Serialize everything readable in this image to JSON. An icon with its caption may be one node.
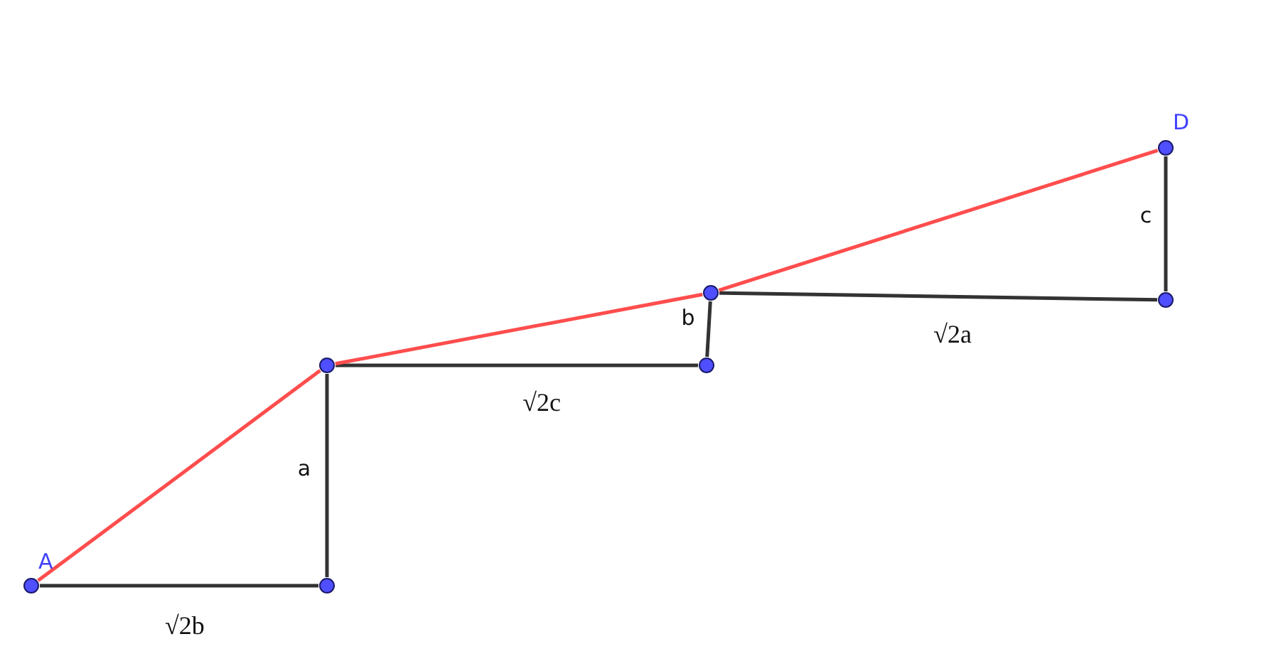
{
  "diagram": {
    "nodes": [
      {
        "text": [],
        "shape": "circle",
        "beside": [
          "A"
        ]
      },
      {
        "text": [],
        "shape": "circle"
      },
      {
        "text": [],
        "shape": "circle"
      },
      {
        "text": [],
        "shape": "circle"
      },
      {
        "text": [],
        "shape": "circle"
      },
      {
        "text": [],
        "shape": "circle"
      },
      {
        "text": [],
        "shape": "circle",
        "beside": [
          "D"
        ]
      }
    ],
    "edges": [
      {
        "from": 0,
        "to": 1,
        "arrow": "none",
        "label": "√2b"
      },
      {
        "from": 1,
        "to": 2,
        "arrow": "none",
        "label": "a"
      },
      {
        "from": 2,
        "to": 3,
        "arrow": "none",
        "label": "√2c"
      },
      {
        "from": 3,
        "to": 4,
        "arrow": "none",
        "label": "b"
      },
      {
        "from": 4,
        "to": 5,
        "arrow": "none",
        "label": "√2a"
      },
      {
        "from": 5,
        "to": 6,
        "arrow": "none",
        "label": "c"
      },
      {
        "from": 0,
        "to": 2,
        "arrow": "none",
        "color": "#ff4d4d"
      },
      {
        "from": 2,
        "to": 4,
        "arrow": "none",
        "color": "#ff4d4d"
      },
      {
        "from": 4,
        "to": 6,
        "arrow": "none",
        "color": "#ff4d4d"
      }
    ]
  }
}
